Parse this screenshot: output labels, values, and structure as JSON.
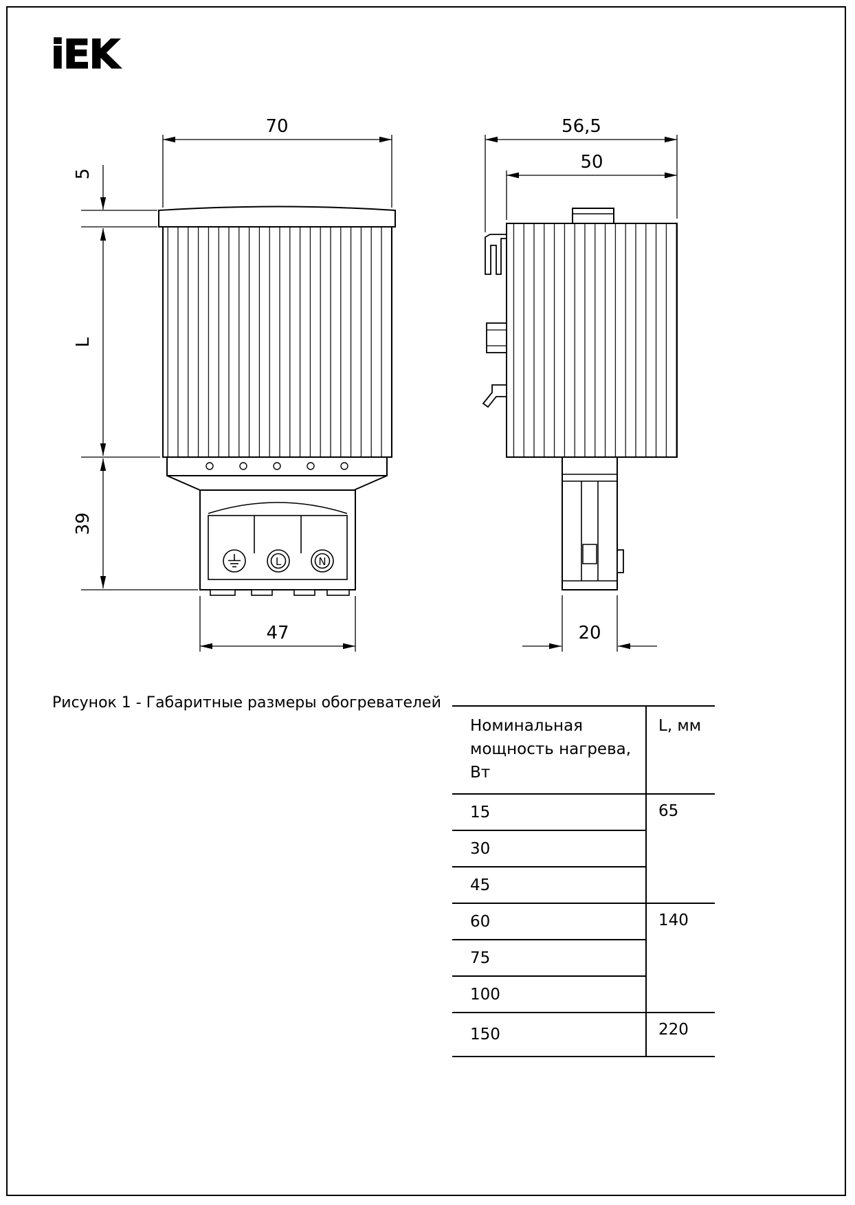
{
  "logo": {
    "text": "iEK"
  },
  "caption": "Рисунок 1 - Габаритные размеры обогревателей",
  "drawing": {
    "front": {
      "width_top": "70",
      "cap_height": "5",
      "height_label": "L",
      "block_height": "39",
      "width_bottom": "47",
      "terminal_earth_icon": "earth-icon",
      "terminal_l": "L",
      "terminal_n": "N"
    },
    "side": {
      "width_overall": "56,5",
      "width_body": "50",
      "width_bottom": "20"
    }
  },
  "table": {
    "header": {
      "col1_line1": "Номинальная",
      "col1_line2": "мощность нагрева, Вт",
      "col2": "L, мм"
    },
    "rows": [
      {
        "power": "15",
        "length": "65"
      },
      {
        "power": "30"
      },
      {
        "power": "45"
      },
      {
        "power": "60",
        "length": "140"
      },
      {
        "power": "75"
      },
      {
        "power": "100"
      },
      {
        "power": "150",
        "length": "220"
      }
    ]
  }
}
